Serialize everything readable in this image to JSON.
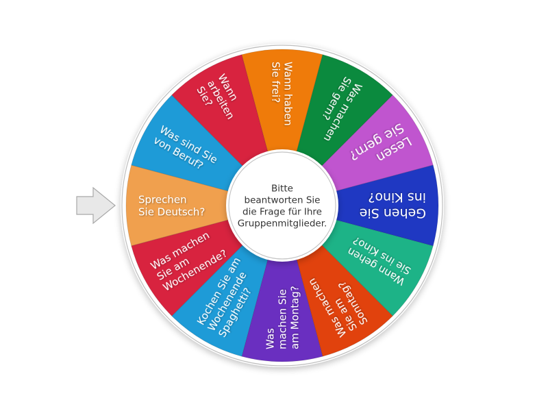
{
  "wheel": {
    "center_text_lines": [
      "Bitte",
      "beantworten Sie",
      "die Frage für Ihre",
      "Gruppenmitglieder."
    ],
    "pointer": {
      "icon": "arrow-right-icon",
      "color": "#E8E8E8",
      "stroke": "#A8A8A8"
    },
    "rim_color": "#FFFFFF",
    "segments": [
      {
        "lines": [
          "Sprechen",
          "Sie Deutsch?"
        ],
        "color": "#F0A04E",
        "angle": 180,
        "selected": true
      },
      {
        "lines": [
          "Was sind Sie",
          "von Beruf?"
        ],
        "color": "#1E9BD7",
        "angle": 210
      },
      {
        "lines": [
          "Wann",
          "arbeiten",
          "Sie?"
        ],
        "color": "#D8233F",
        "angle": 240
      },
      {
        "lines": [
          "Wann haben",
          "Sie frei?"
        ],
        "color": "#EF7B0A",
        "angle": 270
      },
      {
        "lines": [
          "Was machen",
          "Sie gern?"
        ],
        "color": "#0B8A3E",
        "angle": 300
      },
      {
        "lines": [
          "Lesen",
          "Sie gern?"
        ],
        "color": "#C055CF",
        "angle": 330,
        "big": true
      },
      {
        "lines": [
          "Gehen Sie",
          "ins Kino?"
        ],
        "color": "#1F38C2",
        "angle": 0,
        "big": true
      },
      {
        "lines": [
          "Wann gehen",
          "Sie ins Kino?"
        ],
        "color": "#1DB387",
        "angle": 30
      },
      {
        "lines": [
          "Was machen",
          "Sie am",
          "Sonntag?"
        ],
        "color": "#E1420D",
        "angle": 60
      },
      {
        "lines": [
          "Was",
          "machen Sie",
          "am Montag?"
        ],
        "color": "#6A2FC0",
        "angle": 90
      },
      {
        "lines": [
          "Kochen Sie am",
          "Wochenende",
          "Spaghetti?"
        ],
        "color": "#1E9BD7",
        "angle": 120
      },
      {
        "lines": [
          "Was machen",
          "Sie am",
          "Wochenende?"
        ],
        "color": "#D8233F",
        "angle": 150
      }
    ]
  }
}
